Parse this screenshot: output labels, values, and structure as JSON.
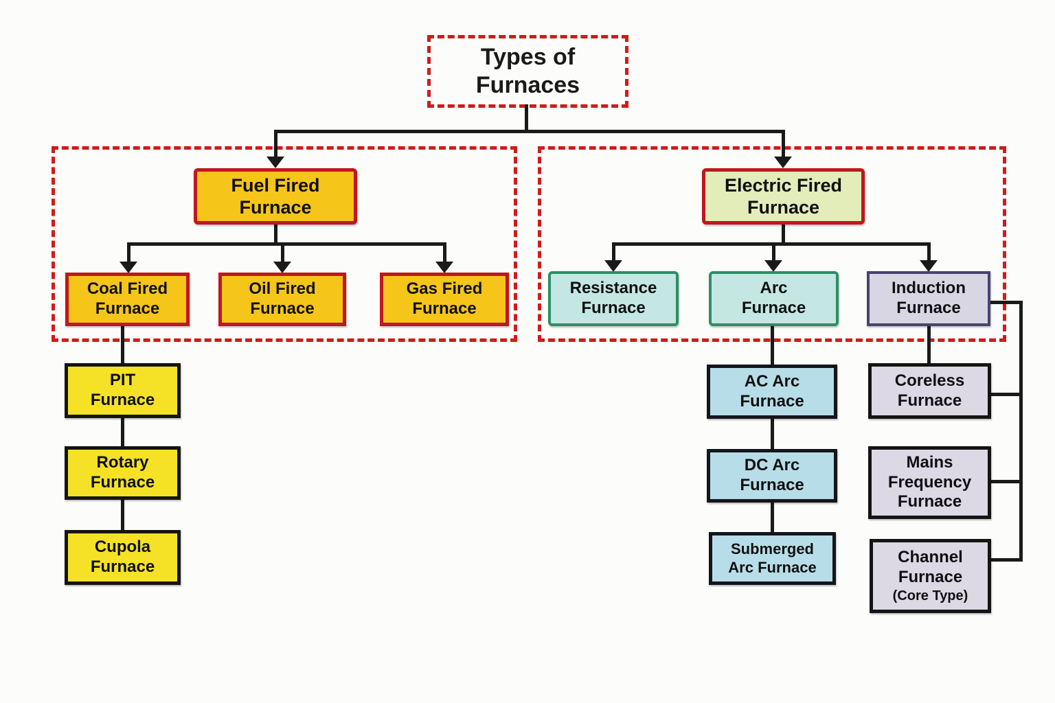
{
  "title": {
    "label": "Types of\nFurnaces"
  },
  "colors": {
    "page_background": "#fcfcfa",
    "connector_line": "#1a1a1a",
    "dashed_outline_red": "#cf1b1b",
    "fuel_fill": "#f5c51a",
    "fuel_border": "#c2161c",
    "electric_fill": "#e2edba",
    "electric_border": "#c2161c",
    "lemon_fill": "#f5e226",
    "black_border": "#141414",
    "teal_fill": "#c4e7e3",
    "teal_border": "#2c8f66",
    "cyan_fill": "#b7dee8",
    "induction_fill": "#d9d6e4",
    "induction_border": "#474370",
    "lavender_fill": "#dcd8e4"
  },
  "nodes": {
    "fuel": {
      "label": "Fuel Fired\nFurnace",
      "bg": "#f5c51a",
      "border": "#c2161c"
    },
    "electric": {
      "label": "Electric Fired\nFurnace",
      "bg": "#e2edba",
      "border": "#c2161c"
    },
    "coal": {
      "label": "Coal Fired\nFurnace",
      "bg": "#f5c51a",
      "border": "#c2161c"
    },
    "oil": {
      "label": "Oil Fired\nFurnace",
      "bg": "#f5c51a",
      "border": "#c2161c"
    },
    "gas": {
      "label": "Gas Fired\nFurnace",
      "bg": "#f5c51a",
      "border": "#c2161c"
    },
    "resistance": {
      "label": "Resistance\nFurnace",
      "bg": "#c4e7e3",
      "border": "#2c8f66"
    },
    "arc": {
      "label": "Arc\nFurnace",
      "bg": "#c4e7e3",
      "border": "#2c8f66"
    },
    "induction": {
      "label": "Induction\nFurnace",
      "bg": "#d9d6e4",
      "border": "#474370"
    },
    "pit": {
      "label": "PIT\nFurnace",
      "bg": "#f5e226",
      "border": "#141414"
    },
    "rotary": {
      "label": "Rotary\nFurnace",
      "bg": "#f5e226",
      "border": "#141414"
    },
    "cupola": {
      "label": "Cupola\nFurnace",
      "bg": "#f5e226",
      "border": "#141414"
    },
    "ac_arc": {
      "label": "AC Arc\nFurnace",
      "bg": "#b7dee8",
      "border": "#14141c"
    },
    "dc_arc": {
      "label": "DC Arc\nFurnace",
      "bg": "#b7dee8",
      "border": "#14141c"
    },
    "submerged": {
      "label": "Submerged\nArc Furnace",
      "bg": "#b7dee8",
      "border": "#14141c"
    },
    "coreless": {
      "label": "Coreless\nFurnace",
      "bg": "#dcd8e4",
      "border": "#141414"
    },
    "mains": {
      "label": "Mains\nFrequency\nFurnace",
      "bg": "#dcd8e4",
      "border": "#141414"
    },
    "channel": {
      "label": "Channel\nFurnace",
      "sublabel": "(Core Type)",
      "bg": "#dcd8e4",
      "border": "#141414"
    }
  },
  "edges": [
    {
      "from": "title",
      "to": "fuel",
      "arrow": true
    },
    {
      "from": "title",
      "to": "electric",
      "arrow": true
    },
    {
      "from": "fuel",
      "to": "coal",
      "arrow": true
    },
    {
      "from": "fuel",
      "to": "oil",
      "arrow": true
    },
    {
      "from": "fuel",
      "to": "gas",
      "arrow": true
    },
    {
      "from": "electric",
      "to": "resistance",
      "arrow": true
    },
    {
      "from": "electric",
      "to": "arc",
      "arrow": true
    },
    {
      "from": "electric",
      "to": "induction",
      "arrow": true
    },
    {
      "from": "coal",
      "to": "pit",
      "arrow": false
    },
    {
      "from": "pit",
      "to": "rotary",
      "arrow": false
    },
    {
      "from": "rotary",
      "to": "cupola",
      "arrow": false
    },
    {
      "from": "arc",
      "to": "ac_arc",
      "arrow": false
    },
    {
      "from": "ac_arc",
      "to": "dc_arc",
      "arrow": false
    },
    {
      "from": "dc_arc",
      "to": "submerged",
      "arrow": false
    },
    {
      "from": "induction",
      "to": "coreless",
      "arrow": false
    },
    {
      "from": "induction",
      "to": "mains",
      "arrow": false
    },
    {
      "from": "induction",
      "to": "channel",
      "arrow": false
    }
  ]
}
